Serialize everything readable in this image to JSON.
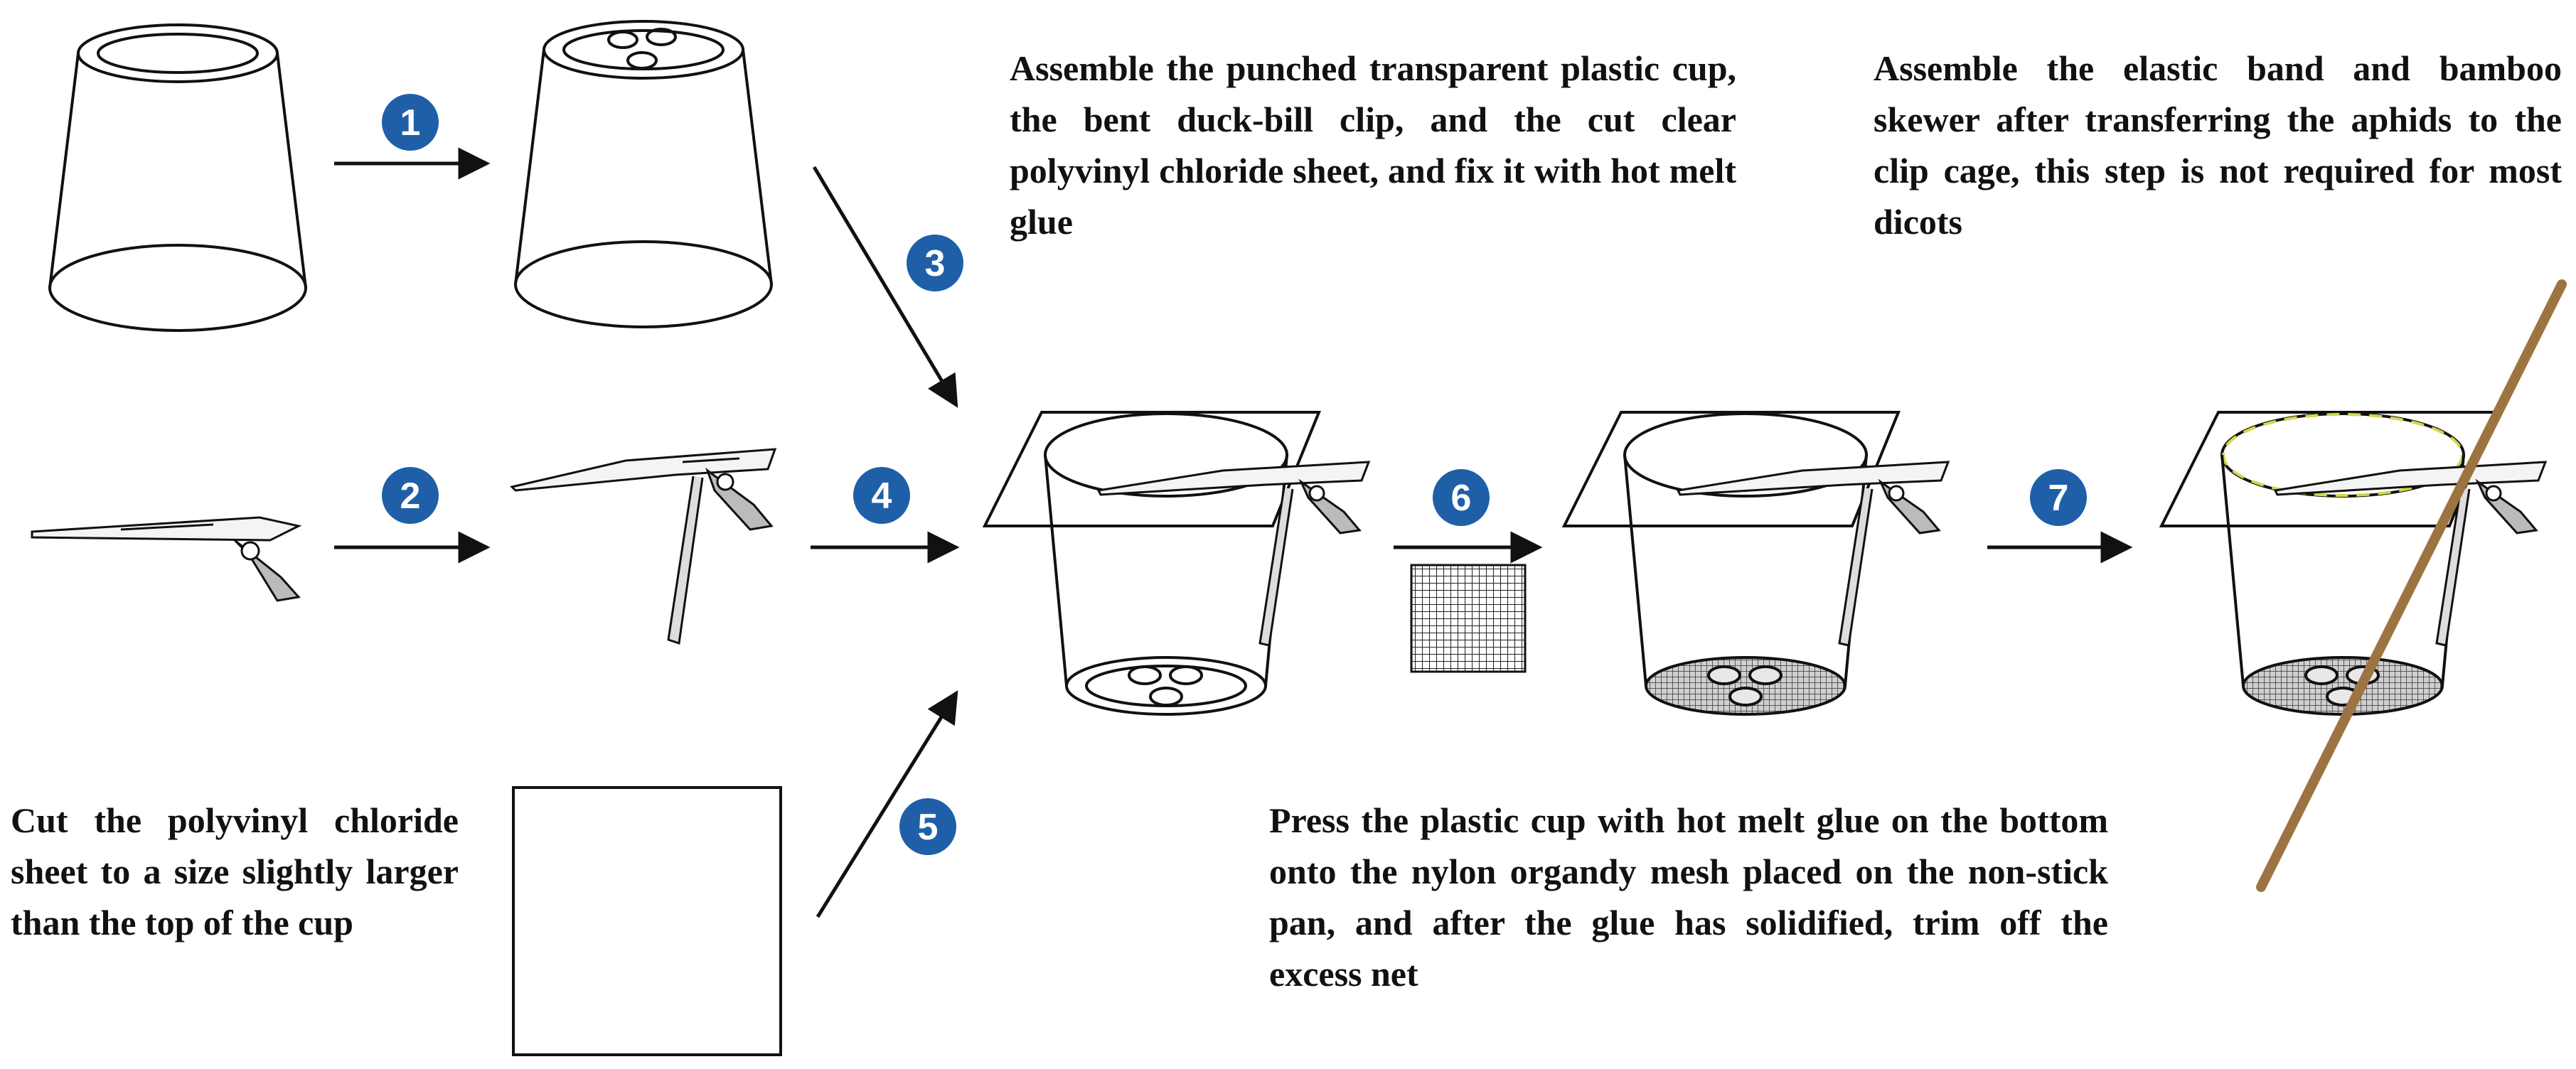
{
  "steps": [
    "1",
    "2",
    "3",
    "4",
    "5",
    "6",
    "7"
  ],
  "captions": {
    "step3": "Assemble the punched transparent plastic cup, the bent duck-bill clip, and the cut clear polyvinyl chloride sheet, and fix it with hot melt glue",
    "step7": "Assemble the elastic band and bamboo skewer after transferring the aphids to the clip cage, this step is not required for most dicots",
    "step5": "Cut the polyvinyl chloride sheet to a size slightly larger than the top of the cup",
    "step6": "Press the plastic cup with hot melt glue on the bottom onto the nylon organdy mesh placed on the non-stick pan, and after the glue has solidified, trim off the excess net"
  },
  "colors": {
    "step_badge": "#1f5fa8",
    "line": "#111111",
    "skewer": "#9c7442",
    "elastic_band": "#d6d64a"
  }
}
